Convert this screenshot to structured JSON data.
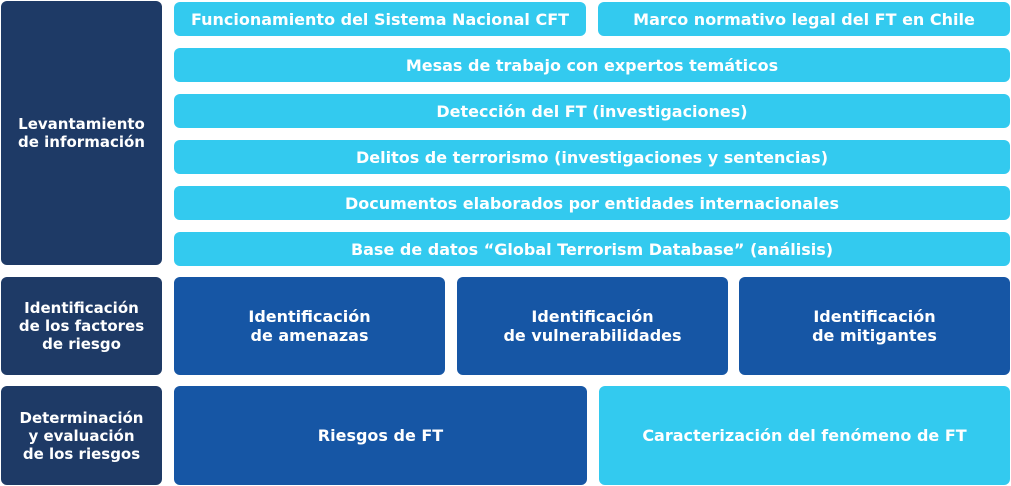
{
  "stages": [
    {
      "label": "Levantamiento\nde información"
    },
    {
      "label": "Identificación\nde los factores\nde riesgo"
    },
    {
      "label": "Determinación\ny evaluación\nde los riesgos"
    }
  ],
  "information_sources": [
    "Funcionamiento del Sistema Nacional CFT",
    "Marco normativo legal del FT en Chile",
    "Mesas de trabajo con expertos temáticos",
    "Detección del FT (investigaciones)",
    "Delitos de terrorismo (investigaciones y sentencias)",
    "Documentos elaborados por entidades internacionales",
    "Base de datos “Global Terrorism Database” (análisis)"
  ],
  "risk_factors": [
    "Identificación\nde amenazas",
    "Identificación\nde vulnerabilidades",
    "Identificación\nde mitigantes"
  ],
  "evaluation": [
    "Riesgos de FT",
    "Caracterización del fenómeno de FT"
  ],
  "colors": {
    "navy": "#1e3a66",
    "blue": "#1656a5",
    "cyan": "#33caef"
  }
}
